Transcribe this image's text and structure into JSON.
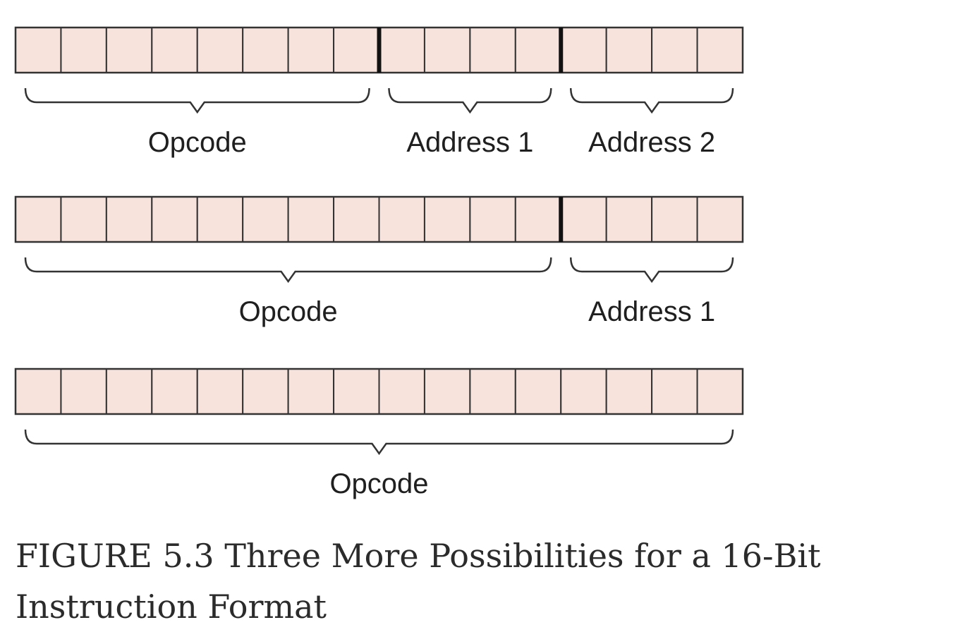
{
  "figure": {
    "caption": "FIGURE 5.3 Three More Possibilities for a 16-Bit Instruction Format",
    "cell_fill": "#f7e2dc",
    "line_color": "#333333",
    "bits_per_instruction": 16,
    "formats": [
      {
        "fields": [
          {
            "label": "Opcode",
            "bits": 8
          },
          {
            "label": "Address 1",
            "bits": 4
          },
          {
            "label": "Address 2",
            "bits": 4
          }
        ]
      },
      {
        "fields": [
          {
            "label": "Opcode",
            "bits": 12
          },
          {
            "label": "Address 1",
            "bits": 4
          }
        ]
      },
      {
        "fields": [
          {
            "label": "Opcode",
            "bits": 16
          }
        ]
      }
    ]
  }
}
